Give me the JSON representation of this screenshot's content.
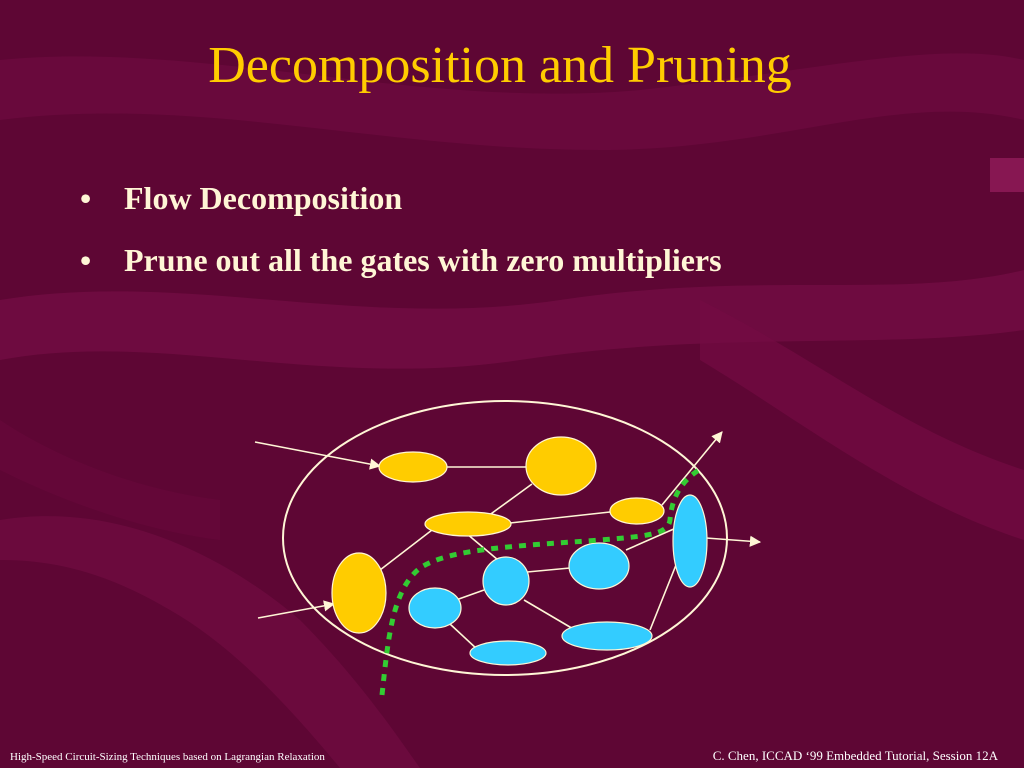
{
  "slide": {
    "title": "Decomposition and Pruning",
    "bullets": [
      {
        "marker": "•",
        "text": "Flow Decomposition"
      },
      {
        "marker": "•",
        "text": "Prune out all the gates with zero multipliers"
      }
    ]
  },
  "footer": {
    "left": "High-Speed Circuit-Sizing Techniques based on Lagrangian Relaxation",
    "right": "C. Chen, ICCAD ‘99 Embedded Tutorial, Session 12A"
  },
  "colors": {
    "background": "#5e0634",
    "title": "#ffcc00",
    "kept_gate": "#ffcc00",
    "pruned_gate": "#33ccff",
    "cut_line": "#33cc33",
    "wire": "#fff6d6"
  }
}
